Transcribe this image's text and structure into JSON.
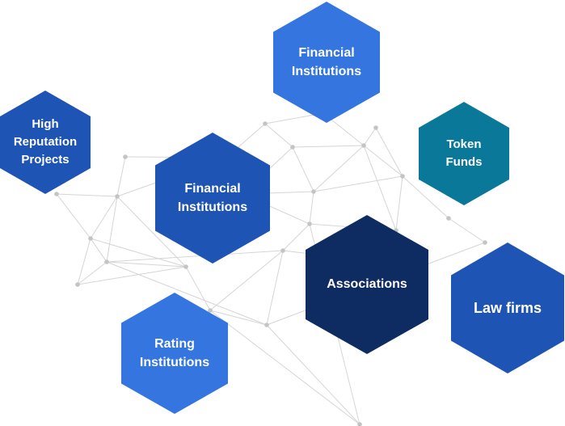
{
  "colors": {
    "bright_blue": "#3475e0",
    "royal_blue": "#1e54b4",
    "teal": "#0a7898",
    "navy": "#0e2c62",
    "network_line": "#d5d5d5",
    "network_node": "#c4c4c4"
  },
  "nodes": {
    "financial_top": "Financial\nInstitutions",
    "high_reputation": "High\nReputation\nProjects",
    "token_funds": "Token\nFunds",
    "financial_center": "Financial\nInstitutions",
    "associations": "Associations",
    "law_firms": "Law firms",
    "rating": "Rating\nInstitutions"
  }
}
